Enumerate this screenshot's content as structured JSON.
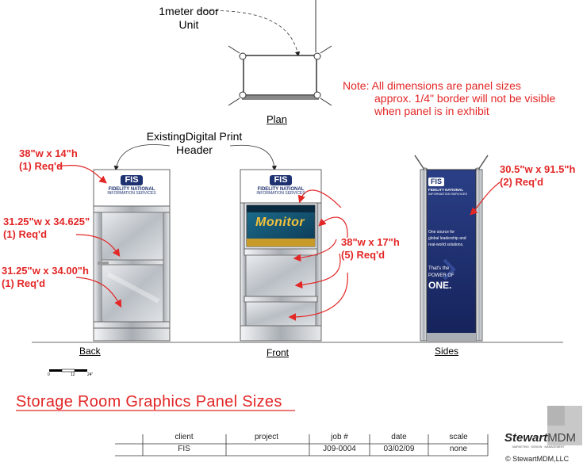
{
  "top_title": {
    "line1": "1meter door",
    "line2": "Unit"
  },
  "plan_label": "Plan",
  "note": {
    "line1": "Note: All dimensions are panel sizes",
    "line2": "approx. 1/4\" border will not be visible",
    "line3": "when panel is in exhibit"
  },
  "existing_header": {
    "line1": "ExistingDigital Print",
    "line2": "Header"
  },
  "callouts": {
    "back_header_dim": "38\"w  x 14\"h",
    "back_header_req": "(1) Req'd",
    "back_upper_dim": "31.25\"w x 34.625\"",
    "back_upper_req": "(1) Req'd",
    "back_lower_dim": "31.25\"w x 34.00\"h",
    "back_lower_req": "(1) Req'd",
    "front_dim": "38\"w  x 17\"h",
    "front_req": "(5) Req'd",
    "sides_dim": "30.5\"w  x 91.5\"h",
    "sides_req": "(2) Req'd"
  },
  "views": {
    "back": "Back",
    "front": "Front",
    "sides": "Sides"
  },
  "logo": {
    "fis": "FIS",
    "company": "FIDELITY NATIONAL",
    "division": "INFORMATION SERVICES"
  },
  "front_screen": {
    "headline": "Monitor"
  },
  "side_banner": {
    "tagline1": "One source for",
    "tagline2": "global leadership and",
    "tagline3": "real-world solutions.",
    "power1": "That's the",
    "power2": "POWER OF",
    "power3": "ONE."
  },
  "scale_bar": {
    "t0": "0",
    "t1": "12",
    "t2": "24\""
  },
  "sheet_title": "Storage Room Graphics Panel Sizes",
  "title_block": {
    "headers": [
      "client",
      "project",
      "job #",
      "date",
      "scale"
    ],
    "values": [
      "FIS",
      "",
      "J09-0004",
      "03/02/09",
      "none"
    ]
  },
  "brand": {
    "stewart": "Stewart",
    "mdm": "MDM",
    "sub": "MARKETING · DESIGN · MANAGEMENT",
    "copyright": "© StewartMDM,LLC"
  },
  "colors": {
    "red": "#e32626",
    "navy": "#1e3170",
    "panel_gray": "#c9cdd1"
  }
}
